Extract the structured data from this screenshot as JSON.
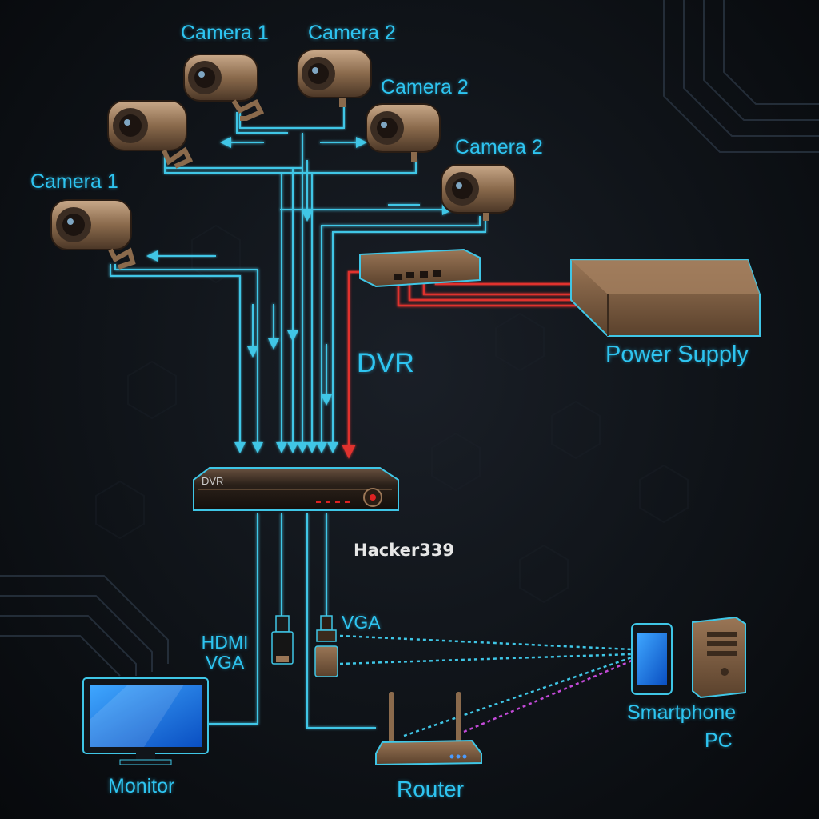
{
  "cameras": [
    {
      "label": "Camera 1"
    },
    {
      "label": "Camera 2"
    },
    {
      "label": "Camera 2"
    },
    {
      "label": "Camera 2"
    },
    {
      "label": "Camera 1"
    }
  ],
  "dvr": {
    "line_label": "DVR",
    "device_text": "DVR"
  },
  "power_supply": {
    "label": "Power Supply"
  },
  "watermark": "Hacker339",
  "outputs": {
    "hdmi_line1": "HDMI",
    "hdmi_line2": "VGA",
    "vga": "VGA"
  },
  "devices": {
    "monitor": "Monitor",
    "router": "Router",
    "smartphone": "Smartphone",
    "pc": "PC"
  },
  "colors": {
    "cable": "#3fc6e6",
    "power_cable": "#e0312e",
    "label": "#2ec4f0",
    "device": "#8a6a4c",
    "wifi_purple": "#c34ad8"
  }
}
